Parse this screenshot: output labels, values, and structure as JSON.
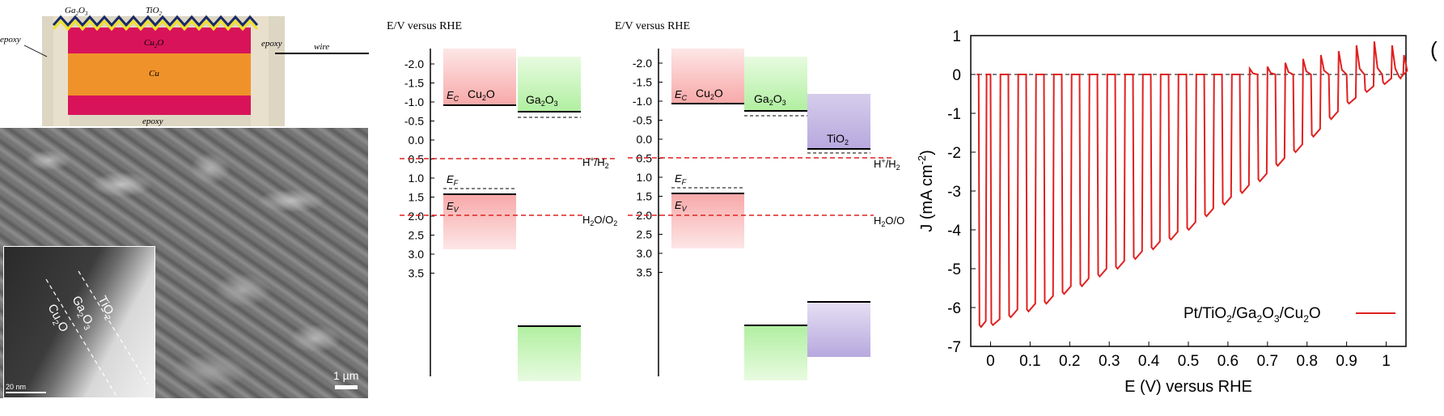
{
  "schematic": {
    "layer_ga2o3": "Ga",
    "layer_ga2o3_sub1": "2",
    "layer_ga2o3_mid": "O",
    "layer_ga2o3_sub2": "3",
    "layer_tio2": "TiO",
    "layer_tio2_sub": "2",
    "layer_cu2o": "Cu",
    "layer_cu2o_sub": "2",
    "layer_cu2o_o": "O",
    "layer_cu": "Cu",
    "epoxy_left": "epoxy",
    "epoxy_right": "epoxy",
    "epoxy_bottom": "epoxy",
    "wire": "wire"
  },
  "micrograph": {
    "tem_label_tio2": "TiO",
    "tem_label_tio2_sub": "2",
    "tem_label_ga2o3_a": "Ga",
    "tem_label_ga2o3_sub1": "2",
    "tem_label_ga2o3_b": "O",
    "tem_label_ga2o3_sub2": "3",
    "tem_label_cu2o_a": "Cu",
    "tem_label_cu2o_sub": "2",
    "tem_label_cu2o_b": "O",
    "tem_scale": "20 nm",
    "sem_scale": "1 µm"
  },
  "band_diagram_1": {
    "axis_title": "E/V versus RHE",
    "ticks": [
      "-2.0",
      "-1.5",
      "-1.0",
      "-0.5",
      "0.0",
      "0.5",
      "1.0",
      "1.5",
      "2.0",
      "2.5",
      "3.0",
      "3.5"
    ],
    "ec": "E",
    "ec_sub": "C",
    "cu2o_a": "Cu",
    "cu2o_sub": "2",
    "cu2o_b": "O",
    "ga2o3_a": "Ga",
    "ga2o3_sub1": "2",
    "ga2o3_b": "O",
    "ga2o3_sub2": "3",
    "ef": "E",
    "ef_sub": "F",
    "ev": "E",
    "ev_sub": "V",
    "h_label_a": "H",
    "h_label_sup": "+",
    "h_label_b": "/H",
    "h_label_sub": "2",
    "o_label_a": "H",
    "o_label_sub1": "2",
    "o_label_b": "O/O",
    "o_label_sub2": "2"
  },
  "band_diagram_2": {
    "axis_title": "E/V versus RHE",
    "ticks": [
      "-2.0",
      "-1.5",
      "-1.0",
      "-0.5",
      "0.0",
      "0.5",
      "1.0",
      "1.5",
      "2.0",
      "2.5",
      "3.0",
      "3.5"
    ],
    "ec": "E",
    "ec_sub": "C",
    "cu2o_a": "Cu",
    "cu2o_sub": "2",
    "cu2o_b": "O",
    "ga2o3_a": "Ga",
    "ga2o3_sub1": "2",
    "ga2o3_b": "O",
    "ga2o3_sub2": "3",
    "tio2_a": "TiO",
    "tio2_sub": "2",
    "ef": "E",
    "ef_sub": "F",
    "ev": "E",
    "ev_sub": "V",
    "h_label_a": "H",
    "h_label_sup": "+",
    "h_label_b": "/H",
    "h_label_sub": "2",
    "o_label": "H",
    "o_label_sub": "2",
    "o_label_b": "O/O"
  },
  "chart_data": {
    "type": "line",
    "xlabel": "E (V) versus RHE",
    "ylabel_a": "J (mA cm",
    "ylabel_sup": "-2",
    "ylabel_b": ")",
    "xlim": [
      -0.05,
      1.05
    ],
    "ylim": [
      -7,
      1
    ],
    "xticks": [
      "0",
      "0.1",
      "0.2",
      "0.3",
      "0.4",
      "0.5",
      "0.6",
      "0.7",
      "0.8",
      "0.9",
      "1"
    ],
    "yticks": [
      "1",
      "0",
      "-1",
      "-2",
      "-3",
      "-4",
      "-5",
      "-6",
      "-7"
    ],
    "legend": {
      "a": "Pt/TiO",
      "sub1": "2",
      "b": "/Ga",
      "sub2": "2",
      "c": "O",
      "sub3": "3",
      "d": "/Cu",
      "sub4": "2",
      "e": "O"
    },
    "legend_position": "bottom-right",
    "series_color": "#e02020",
    "baseline_dashed": true,
    "chopped_light_periods": [
      {
        "start": -0.03,
        "end": -0.01,
        "j_on_start": -6.45,
        "j_on_end": -6.35
      },
      {
        "start": 0.0,
        "end": 0.025,
        "j_on_start": -6.4,
        "j_on_end": -6.3
      },
      {
        "start": 0.045,
        "end": 0.07,
        "j_on_start": -6.2,
        "j_on_end": -6.05
      },
      {
        "start": 0.09,
        "end": 0.115,
        "j_on_start": -6.05,
        "j_on_end": -5.9
      },
      {
        "start": 0.135,
        "end": 0.16,
        "j_on_start": -5.85,
        "j_on_end": -5.7
      },
      {
        "start": 0.18,
        "end": 0.205,
        "j_on_start": -5.6,
        "j_on_end": -5.45
      },
      {
        "start": 0.225,
        "end": 0.25,
        "j_on_start": -5.4,
        "j_on_end": -5.25
      },
      {
        "start": 0.27,
        "end": 0.295,
        "j_on_start": -5.15,
        "j_on_end": -5.0
      },
      {
        "start": 0.315,
        "end": 0.34,
        "j_on_start": -4.95,
        "j_on_end": -4.8
      },
      {
        "start": 0.36,
        "end": 0.385,
        "j_on_start": -4.7,
        "j_on_end": -4.55
      },
      {
        "start": 0.405,
        "end": 0.43,
        "j_on_start": -4.45,
        "j_on_end": -4.3
      },
      {
        "start": 0.45,
        "end": 0.475,
        "j_on_start": -4.2,
        "j_on_end": -4.05
      },
      {
        "start": 0.495,
        "end": 0.52,
        "j_on_start": -3.95,
        "j_on_end": -3.8
      },
      {
        "start": 0.54,
        "end": 0.565,
        "j_on_start": -3.6,
        "j_on_end": -3.45
      },
      {
        "start": 0.585,
        "end": 0.61,
        "j_on_start": -3.3,
        "j_on_end": -3.15
      },
      {
        "start": 0.63,
        "end": 0.655,
        "j_on_start": -3.0,
        "j_on_end": -2.85
      },
      {
        "start": 0.675,
        "end": 0.7,
        "j_on_start": -2.7,
        "j_on_end": -2.55
      },
      {
        "start": 0.72,
        "end": 0.745,
        "j_on_start": -2.3,
        "j_on_end": -2.15
      },
      {
        "start": 0.765,
        "end": 0.79,
        "j_on_start": -1.95,
        "j_on_end": -1.8
      },
      {
        "start": 0.81,
        "end": 0.835,
        "j_on_start": -1.55,
        "j_on_end": -1.4
      },
      {
        "start": 0.855,
        "end": 0.88,
        "j_on_start": -1.1,
        "j_on_end": -0.95
      },
      {
        "start": 0.9,
        "end": 0.925,
        "j_on_start": -0.7,
        "j_on_end": -0.6
      },
      {
        "start": 0.945,
        "end": 0.97,
        "j_on_start": -0.4,
        "j_on_end": -0.3
      },
      {
        "start": 0.99,
        "end": 1.015,
        "j_on_start": -0.2,
        "j_on_end": -0.1
      },
      {
        "start": 1.03,
        "end": 1.045,
        "j_on_start": -0.05,
        "j_on_end": 0.0
      }
    ],
    "dark_spike_peaks": [
      0.0,
      0.0,
      0.0,
      0.0,
      0.0,
      0.0,
      0.0,
      0.0,
      0.0,
      0.0,
      0.0,
      0.0,
      0.0,
      0.0,
      0.0,
      0.15,
      0.2,
      0.3,
      0.4,
      0.5,
      0.6,
      0.75,
      0.85,
      0.75,
      0.5
    ],
    "partial_label": "("
  }
}
